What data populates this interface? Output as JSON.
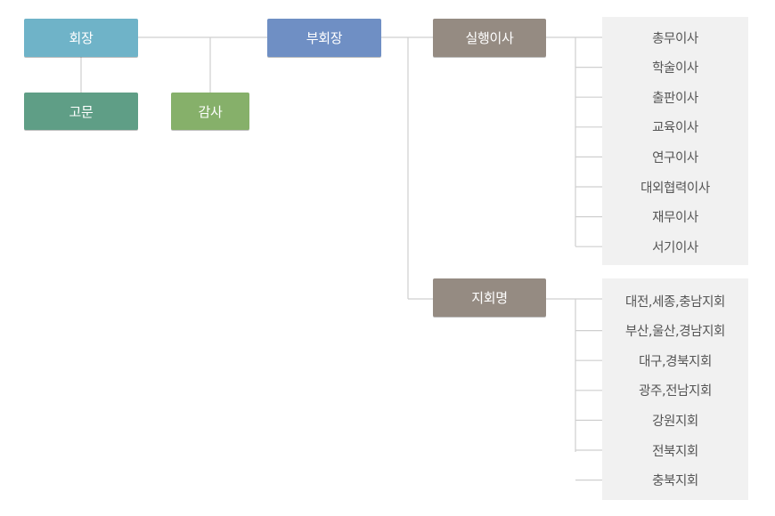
{
  "nodes": {
    "president": "회장",
    "advisor": "고문",
    "auditor": "감사",
    "vice_president": "부회장",
    "executive_directors": "실행이사",
    "branch_heads": "지회명"
  },
  "executive_directors_list": [
    "총무이사",
    "학술이사",
    "출판이사",
    "교육이사",
    "연구이사",
    "대외협력이사",
    "재무이사",
    "서기이사"
  ],
  "branches_list": [
    "대전,세종,충남지회",
    "부산,울산,경남지회",
    "대구,경북지회",
    "광주,전남지회",
    "강원지회",
    "전북지회",
    "충북지회"
  ],
  "colors": {
    "president": "#6fb3c8",
    "advisor": "#5f9e86",
    "auditor": "#86b06a",
    "vice_president": "#6f8fc4",
    "executive_directors": "#958b82",
    "branch_heads": "#958b82",
    "line": "#cfcfcf",
    "panel": "#f1f1f1",
    "text": "#555555"
  }
}
